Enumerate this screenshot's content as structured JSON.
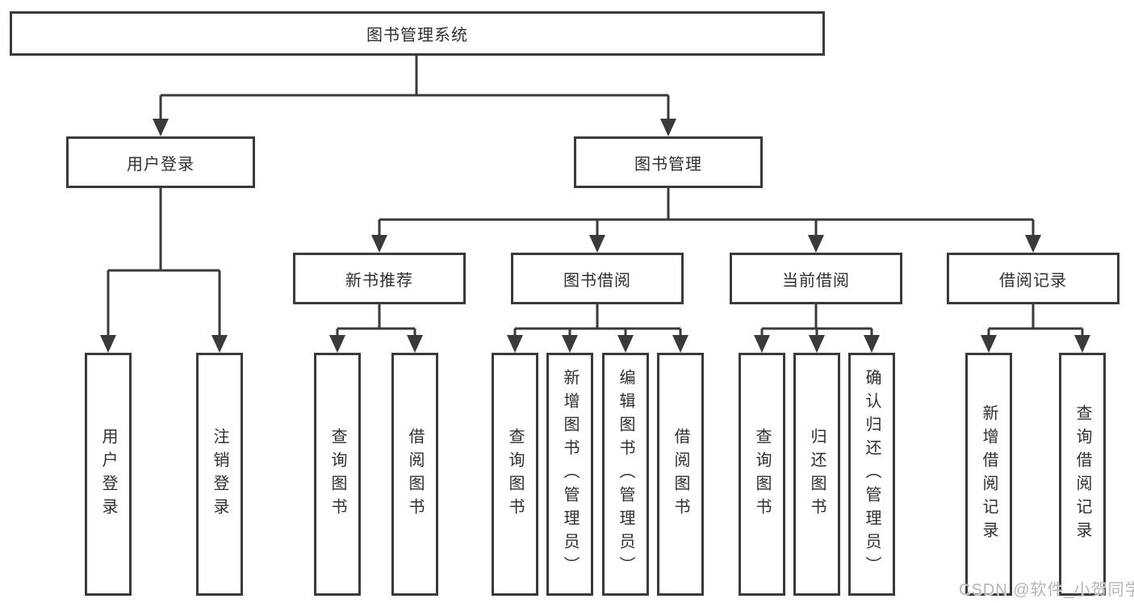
{
  "tree": {
    "label": "图书管理系统",
    "children": [
      {
        "label": "用户登录",
        "children": [
          {
            "label": "用户登录"
          },
          {
            "label": "注销登录"
          }
        ]
      },
      {
        "label": "图书管理",
        "children": [
          {
            "label": "新书推荐",
            "children": [
              {
                "label": "查询图书"
              },
              {
                "label": "借阅图书"
              }
            ]
          },
          {
            "label": "图书借阅",
            "children": [
              {
                "label": "查询图书"
              },
              {
                "label": "新增图书（管理员）"
              },
              {
                "label": "编辑图书（管理员）"
              },
              {
                "label": "借阅图书"
              }
            ]
          },
          {
            "label": "当前借阅",
            "children": [
              {
                "label": "查询图书"
              },
              {
                "label": "归还图书"
              },
              {
                "label": "确认归还（管理员）"
              }
            ]
          },
          {
            "label": "借阅记录",
            "children": [
              {
                "label": "新增借阅记录"
              },
              {
                "label": "查询借阅记录"
              }
            ]
          }
        ]
      }
    ]
  },
  "watermark": {
    "text": "CSDN @软件_小贺同学"
  },
  "colors": {
    "line": "#3a3a3a",
    "text": "#2f2f2f",
    "watermark": "#b5b5b5",
    "background": "#ffffff"
  }
}
